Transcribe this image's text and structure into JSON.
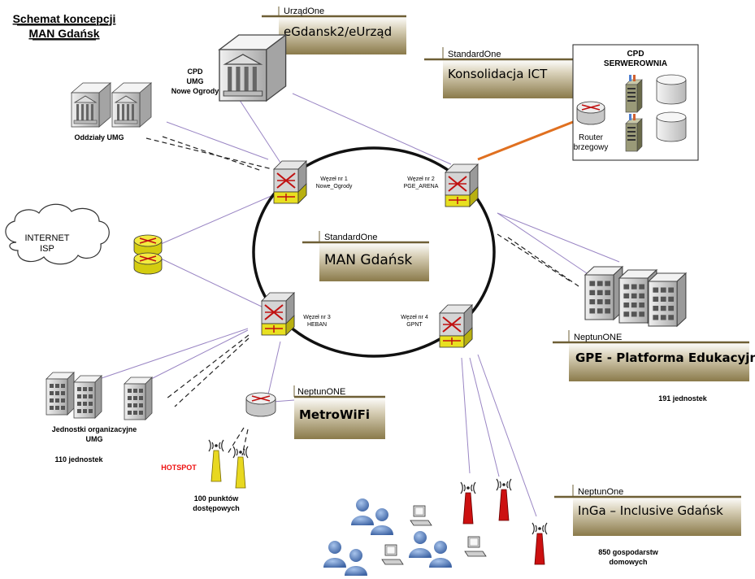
{
  "title": {
    "line1": "Schemat koncepcji",
    "line2": "MAN Gdańsk"
  },
  "ring": {
    "category": "StandardOne",
    "name": "MAN Gdańsk",
    "nodes": [
      {
        "line1": "Węzeł nr 1",
        "line2": "Nowe_Ogrody"
      },
      {
        "line1": "Węzeł nr 2",
        "line2": "PGE_ARENA"
      },
      {
        "line1": "Węzeł nr 3",
        "line2": "HEBAN"
      },
      {
        "line1": "Węzeł nr 4",
        "line2": "GPNT"
      }
    ]
  },
  "boxes": {
    "egdansk": {
      "category": "UrządOne",
      "name": "eGdansk2/eUrząd"
    },
    "ict": {
      "category": "StandardOne",
      "name": "Konsolidacja ICT"
    },
    "gpe": {
      "category": "NeptunONE",
      "name": "GPE - Platforma Edukacyjna"
    },
    "metrowifi": {
      "category": "NeptunONE",
      "name": "MetroWiFi"
    },
    "inga": {
      "category": "NeptunOne",
      "name": "InGa – Inclusive Gdańsk"
    }
  },
  "cpd_umg": {
    "line1": "CPD",
    "line2": "UMG",
    "line3": "Nowe Ogrody"
  },
  "oddzialy": "Oddziały UMG",
  "cpd_server": {
    "line1": "CPD",
    "line2": "SERWEROWNIA",
    "router_line1": "Router",
    "router_line2": "brzegowy"
  },
  "internet": {
    "line1": "INTERNET",
    "line2": "ISP"
  },
  "jednostki": {
    "line1": "Jednostki organizacyjne",
    "line2": "UMG",
    "count": "110 jednostek"
  },
  "hotspot": {
    "label": "HOTSPOT",
    "line1": "100 punktów",
    "line2": "dostępowych"
  },
  "gpe_count": "191 jednostek",
  "households": {
    "line1": "850 gospodarstw",
    "line2": "domowych"
  },
  "colors": {
    "box_fill": "#8a7a4a",
    "box_line": "#6e5f35",
    "link": "#9a86c4",
    "orange_link": "#e07020",
    "router_yellow": "#e8e020",
    "antenna_red": "#cc1010",
    "antenna_yellow": "#e8d820",
    "user_blue": "#5b83c0"
  }
}
